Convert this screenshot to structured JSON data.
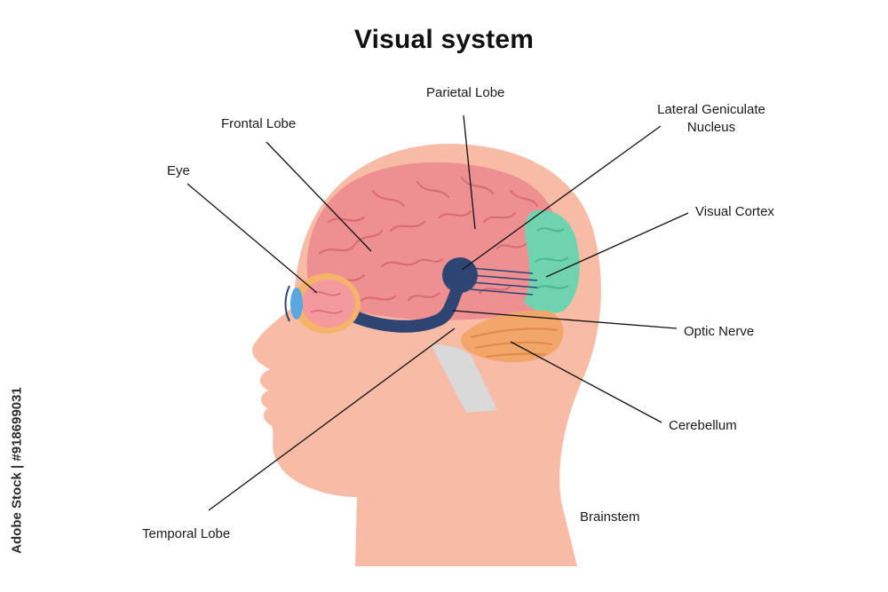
{
  "title": "Visual system",
  "labels": {
    "eye": "Eye",
    "frontal_lobe": "Frontal Lobe",
    "parietal_lobe": "Parietal Lobe",
    "lgn_line1": "Lateral Geniculate",
    "lgn_line2": "Nucleus",
    "visual_cortex": "Visual Cortex",
    "optic_nerve": "Optic Nerve",
    "cerebellum": "Cerebellum",
    "temporal_lobe": "Temporal Lobe",
    "brainstem": "Brainstem"
  },
  "watermark": "Adobe Stock | #918699031",
  "colors": {
    "skin": "#f8bca6",
    "brain": "#ee8f92",
    "brain_folds": "#d76a73",
    "visual_cortex": "#6fd3b0",
    "cerebellum": "#f3a66a",
    "optic_pathway": "#2e4573",
    "brainstem": "#d9d9d9"
  }
}
